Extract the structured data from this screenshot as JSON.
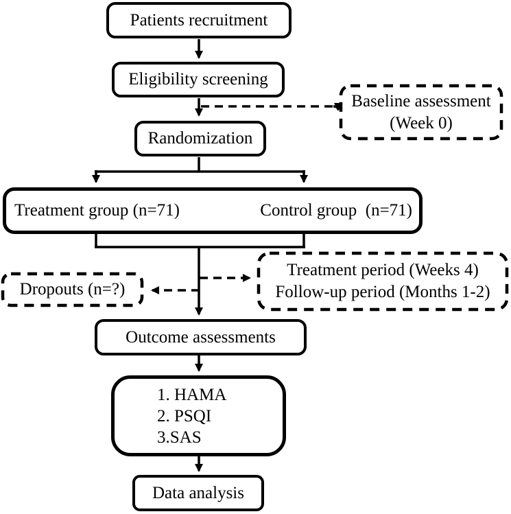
{
  "diagram": {
    "type": "clinical-trial-flowchart",
    "colors": {
      "stroke": "#000000",
      "background": "#ffffff",
      "text": "#000000"
    },
    "nodes": {
      "patients": {
        "label": "Patients recruitment"
      },
      "eligibility": {
        "label": "Eligibility screening"
      },
      "baseline": {
        "line1": "Baseline assessment",
        "line2": "(Week 0)"
      },
      "randomization": {
        "label": "Randomization"
      },
      "treatment_group": {
        "label": "Treatment group (n=71)"
      },
      "control_group": {
        "label": "Control group  (n=71)"
      },
      "dropouts": {
        "label": "Dropouts (n=?)"
      },
      "period": {
        "line1": "Treatment period (Weeks 4)",
        "line2": "Follow-up period (Months 1-2)"
      },
      "outcome": {
        "label": "Outcome assessments"
      },
      "measures": {
        "items": [
          "1. HAMA",
          "2. PSQI",
          "3.SAS"
        ]
      },
      "data_analysis": {
        "label": "Data analysis"
      }
    }
  }
}
